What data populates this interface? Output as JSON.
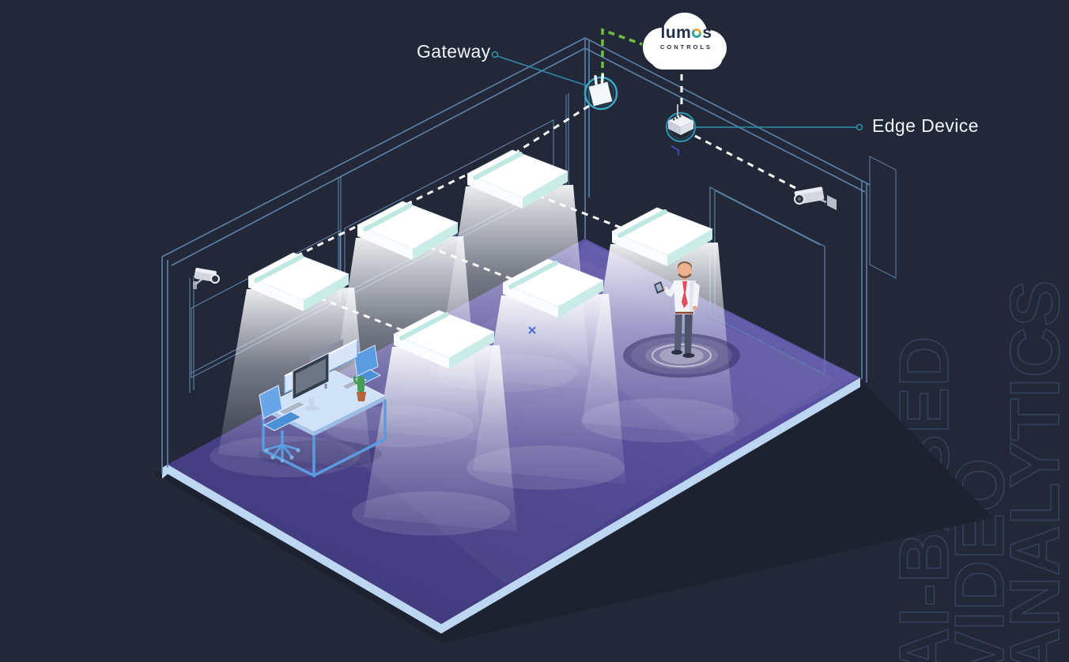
{
  "labels": {
    "gateway": "Gateway",
    "edge_device": "Edge Device"
  },
  "cloud_logo": {
    "prefix": "lum",
    "o": "o",
    "suffix": "s",
    "subtitle": "CONTROLS"
  },
  "watermark_lines": [
    "AI-BASED",
    "VIDEO",
    "ANALYTICS"
  ],
  "colors": {
    "background": "#222837",
    "wireframe_blue": "#5d82ab",
    "floor_purple": "#473f82",
    "floor_light_purple": "#5e56a8",
    "floor_edge_light_blue": "#bdd7f2",
    "accent_teal": "#2d93ad",
    "ring_teal": "#3aa8c4",
    "dash_white": "#ffffff",
    "dash_green": "#6fbe44",
    "light_mint": "#c9ece6",
    "watermark_outline": "#33405c",
    "chair_blue": "#4a90d9",
    "desk_top_blue": "#cfe2f7",
    "tie_red": "#e34b5f",
    "cloud_text_navy": "#23304a"
  },
  "icons": {
    "gateway": "wifi-access-point-icon",
    "edge_device": "edge-router-icon",
    "camera": "cctv-bullet-camera-icon",
    "cloud": "cloud-icon",
    "lights": "ceiling-light-panel-icon",
    "person": "person-with-phone-icon",
    "desk": "office-workstation-icon"
  }
}
